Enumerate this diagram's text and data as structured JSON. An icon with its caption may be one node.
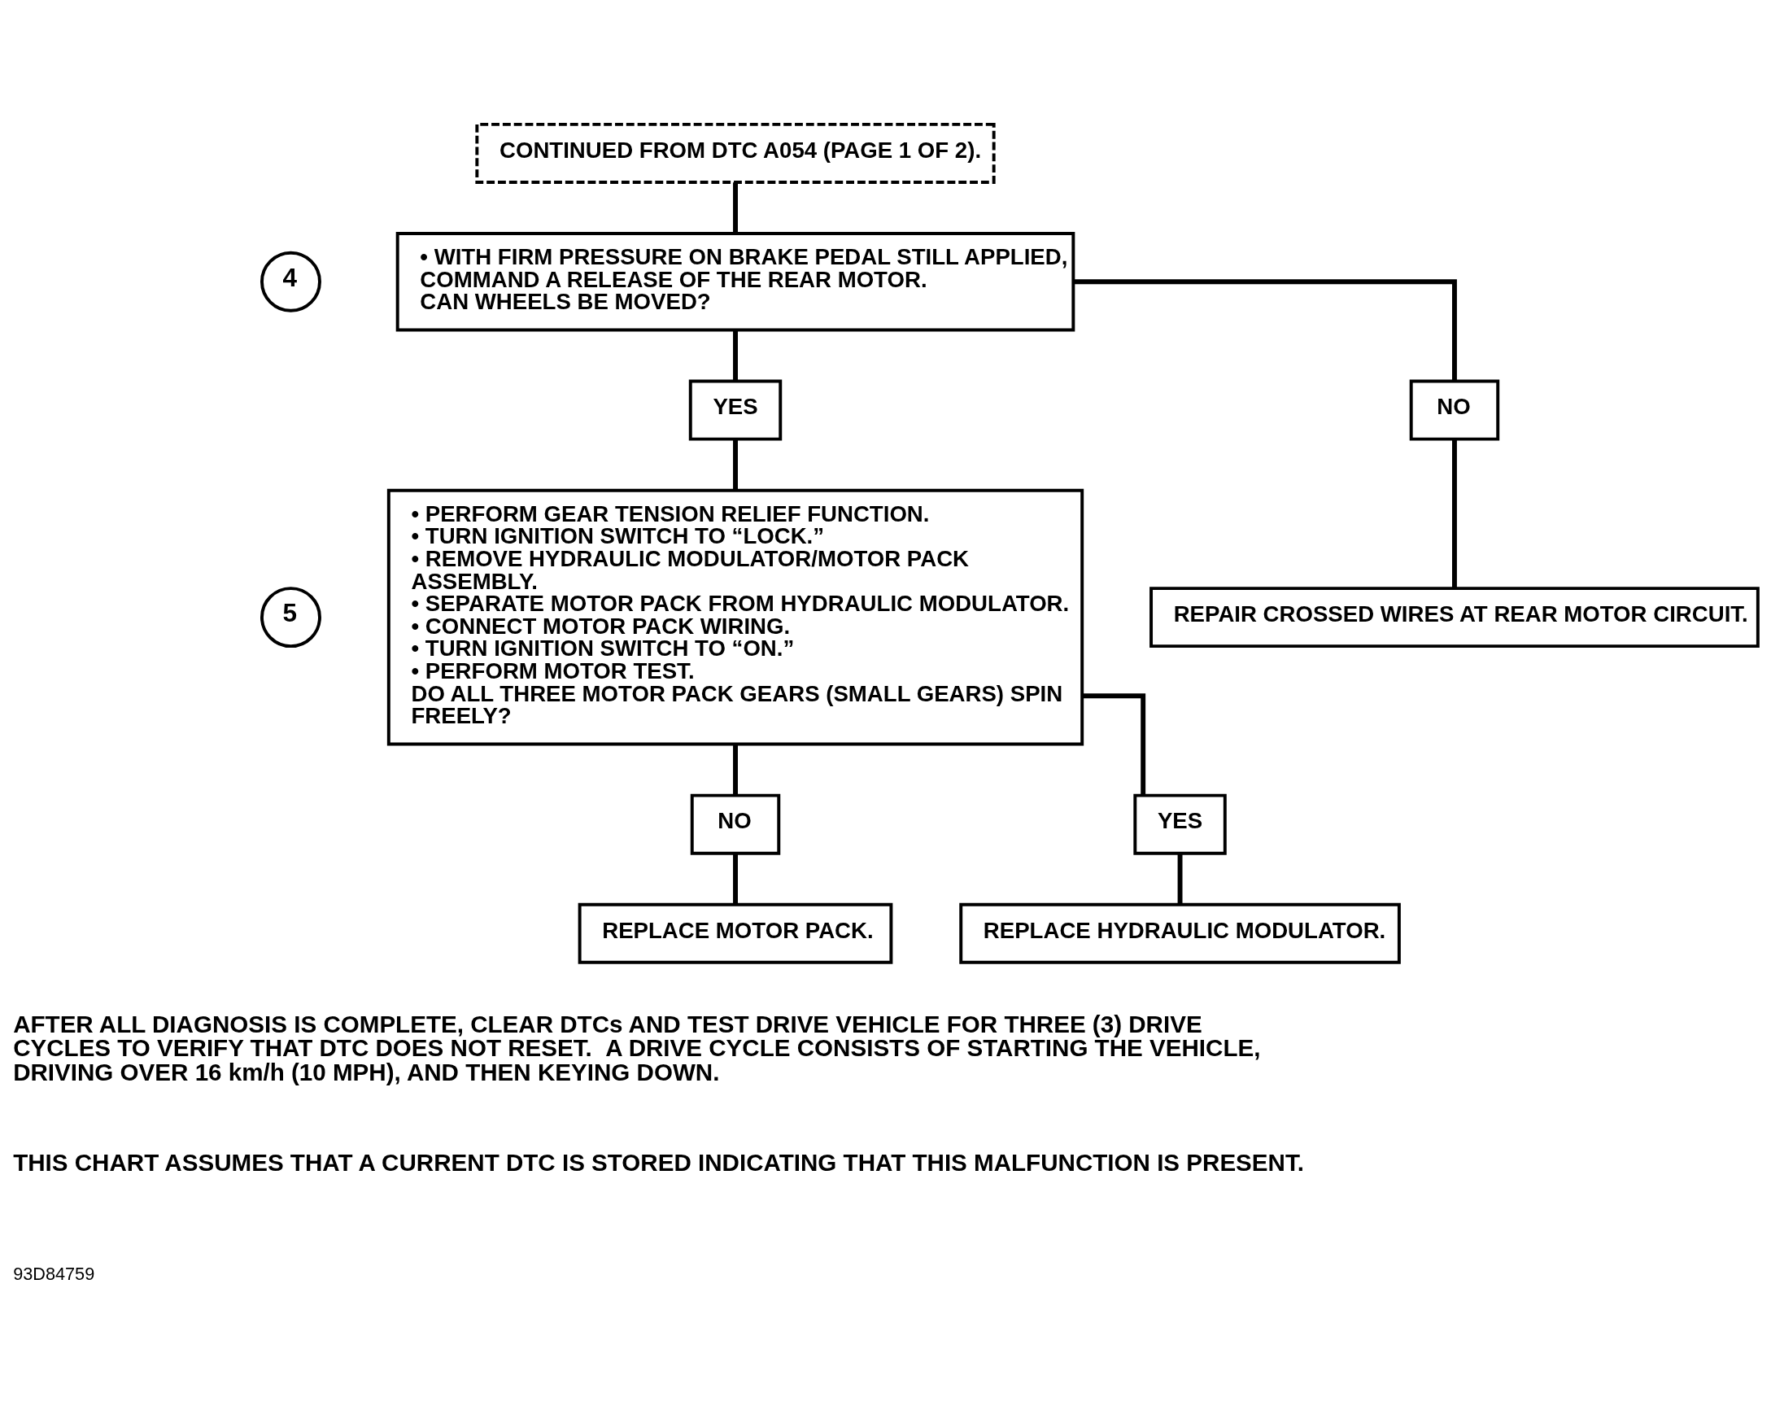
{
  "diagram": {
    "nodes": [
      {
        "text": [
          "CONTINUED FROM DTC A054 (PAGE 1 OF 2)."
        ]
      },
      {
        "text": [
          "4"
        ]
      },
      {
        "text": [
          "• WITH FIRM PRESSURE ON BRAKE PEDAL STILL APPLIED, COMMAND A RELEASE OF THE REAR MOTOR.",
          "CAN WHEELS BE MOVED?"
        ]
      },
      {
        "text": [
          "YES"
        ]
      },
      {
        "text": [
          "NO"
        ]
      },
      {
        "text": [
          "5"
        ]
      },
      {
        "text": [
          "• PERFORM GEAR TENSION RELIEF FUNCTION.",
          "• TURN IGNITION SWITCH TO “LOCK.”",
          "• REMOVE HYDRAULIC MODULATOR/MOTOR PACK ASSEMBLY.",
          "• SEPARATE MOTOR PACK FROM HYDRAULIC MODULATOR.",
          "• CONNECT MOTOR PACK WIRING.",
          "• TURN IGNITION SWITCH TO “ON.”",
          "• PERFORM MOTOR TEST.",
          "DO ALL THREE MOTOR PACK GEARS (SMALL GEARS) SPIN FREELY?"
        ]
      },
      {
        "text": [
          "REPAIR CROSSED WIRES AT REAR MOTOR CIRCUIT."
        ]
      },
      {
        "text": [
          "NO"
        ]
      },
      {
        "text": [
          "YES"
        ]
      },
      {
        "text": [
          "REPLACE MOTOR PACK."
        ]
      },
      {
        "text": [
          "REPLACE HYDRAULIC MODULATOR."
        ]
      }
    ],
    "edges": [
      {
        "from": 0,
        "to": 2,
        "arrow": "none"
      },
      {
        "from": 2,
        "to": 3,
        "arrow": "none"
      },
      {
        "from": 2,
        "to": 4,
        "arrow": "none"
      },
      {
        "from": 3,
        "to": 6,
        "arrow": "none"
      },
      {
        "from": 4,
        "to": 7,
        "arrow": "none"
      },
      {
        "from": 6,
        "to": 8,
        "arrow": "none"
      },
      {
        "from": 6,
        "to": 9,
        "arrow": "none"
      },
      {
        "from": 8,
        "to": 10,
        "arrow": "none"
      },
      {
        "from": 9,
        "to": 11,
        "arrow": "none"
      }
    ],
    "labels": [
      "AFTER ALL DIAGNOSIS IS COMPLETE, CLEAR DTCs AND TEST DRIVE VEHICLE FOR THREE (3) DRIVE CYCLES TO VERIFY THAT DTC DOES NOT RESET.  A DRIVE CYCLE CONSISTS OF STARTING THE VEHICLE, DRIVING OVER 16 km/h (10 MPH), AND THEN KEYING DOWN.",
      "THIS CHART ASSUMES THAT A CURRENT DTC IS STORED INDICATING THAT THIS MALFUNCTION IS PRESENT.",
      "93D84759"
    ]
  }
}
